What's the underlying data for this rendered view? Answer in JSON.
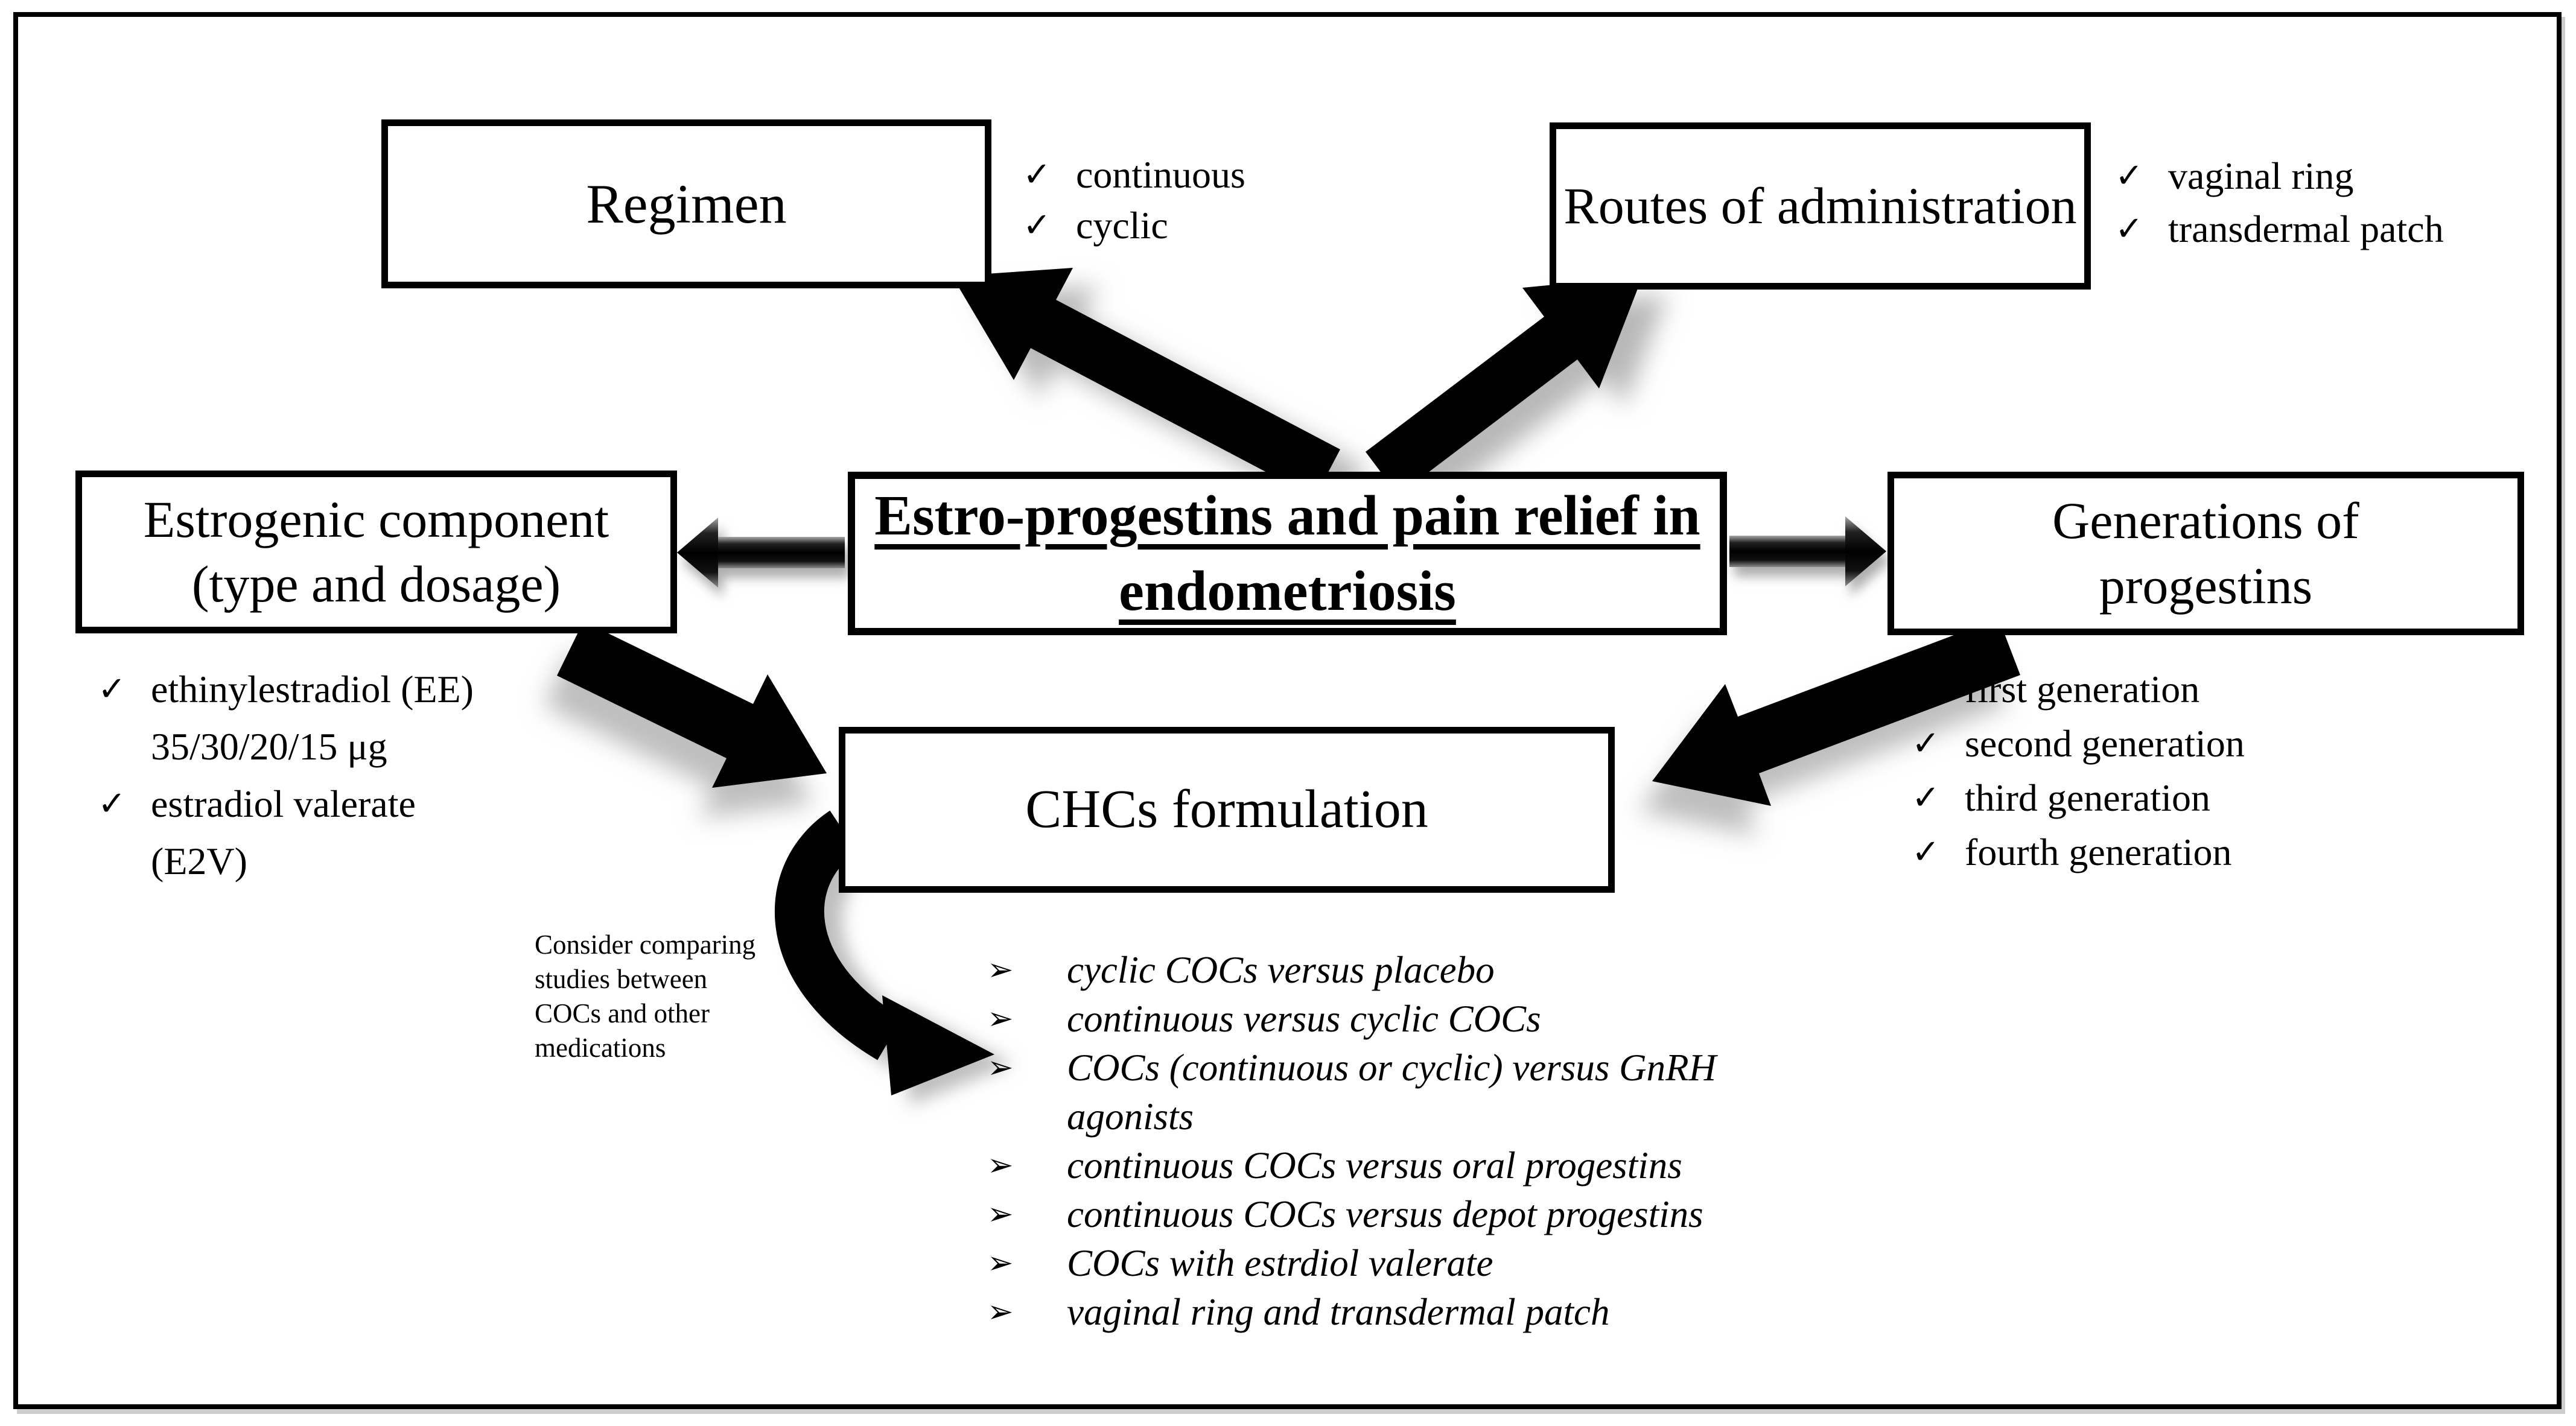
{
  "diagram": {
    "center_title": {
      "line1": "Estro-progestins and pain relief in",
      "line2": "endometriosis"
    },
    "boxes": {
      "regimen": "Regimen",
      "routes": "Routes of administration",
      "estrogenic_line1": "Estrogenic component",
      "estrogenic_line2": "(type and dosage)",
      "generations_line1": "Generations of",
      "generations_line2": "progestins",
      "chcs": "CHCs formulation"
    },
    "checklists": {
      "regimen_options": [
        "continuous",
        "cyclic"
      ],
      "routes_options": [
        "vaginal ring",
        "transdermal patch"
      ],
      "estrogen_options": [
        {
          "line1": "ethinylestradiol (EE)",
          "line2": "35/30/20/15 μg"
        },
        {
          "line1": "estradiol valerate",
          "line2": "(E2V)"
        }
      ],
      "generation_options": [
        "first generation",
        "second generation",
        "third generation",
        "fourth generation"
      ]
    },
    "note_lines": [
      "Consider comparing",
      "studies between",
      "COCs and other",
      "medications"
    ],
    "comparisons": [
      {
        "line1": "cyclic COCs versus placebo",
        "line2": ""
      },
      {
        "line1": "continuous versus cyclic COCs",
        "line2": ""
      },
      {
        "line1": "COCs (continuous or cyclic) versus GnRH",
        "line2": "agonists"
      },
      {
        "line1": "continuous COCs versus oral progestins",
        "line2": ""
      },
      {
        "line1": "continuous COCs versus depot progestins",
        "line2": ""
      },
      {
        "line1": "COCs with estrdiol valerate",
        "line2": ""
      },
      {
        "line1": "vaginal ring and transdermal patch",
        "line2": ""
      }
    ],
    "icons": {
      "check": "✓",
      "bullet": "➢"
    },
    "colors": {
      "ink": "#000000",
      "background": "#ffffff",
      "shadow": "#8a8a8a"
    }
  }
}
